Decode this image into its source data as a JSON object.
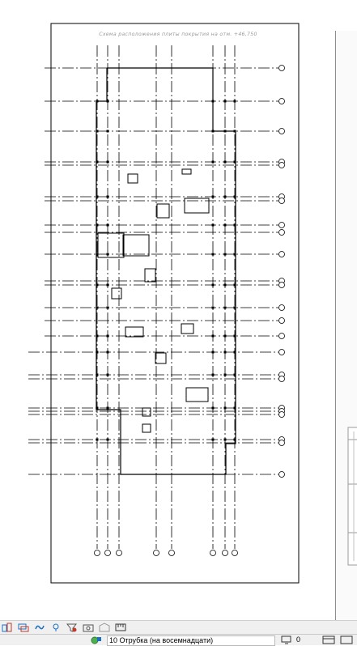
{
  "drawing": {
    "title": "Схема расположения плиты покрытия на отм. +46,750"
  },
  "toolbar": {
    "icons": [
      "walls-icon",
      "layers-icon",
      "link-icon",
      "pin-icon",
      "filter-icon",
      "camera-icon",
      "building-icon",
      "ruler-icon"
    ]
  },
  "status": {
    "view_name": "10 Отрубка (на восемнадцати)",
    "counter": "0",
    "icons": [
      "network-icon",
      "monitor-icon",
      "window-icon"
    ]
  },
  "colors": {
    "line": "#000000",
    "title_text": "#9a9a9a",
    "toolbar_bg": "#f0f0f0",
    "accent_red": "#c0392b",
    "accent_blue": "#1a6fc2"
  }
}
